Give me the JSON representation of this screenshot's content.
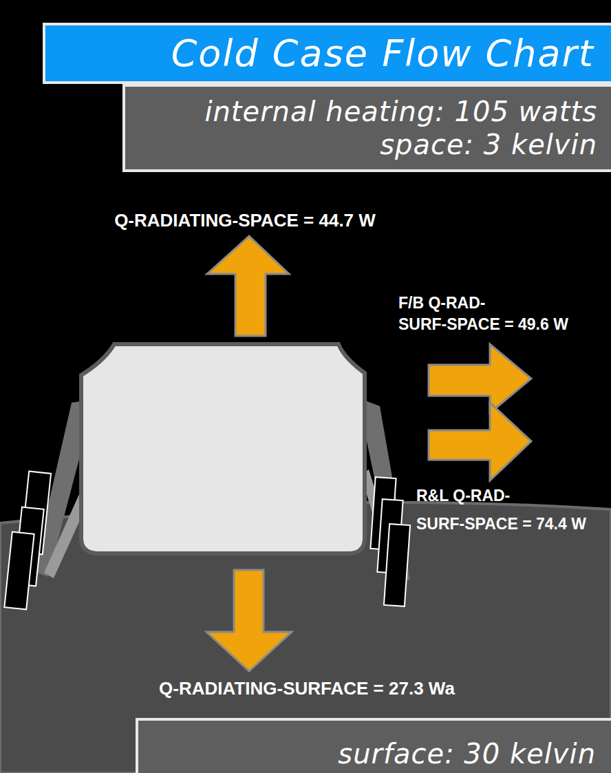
{
  "diagram": {
    "title": "Cold Case Flow Chart",
    "nodes": [
      {
        "text": [
          "internal heating: 105 watts space: 3 kelvin"
        ]
      },
      {
        "text": [
          "surface: 30 kelvin"
        ]
      }
    ],
    "labels": [
      "Q-RADIATING-SPACE = 44.7 W",
      "F/B Q-RAD- SURF-SPACE = 49.6 W",
      "R&L Q-RAD- SURF-SPACE = 74.4 W",
      "Q-RADIATING-SURFACE = 27.3 Wa"
    ]
  }
}
